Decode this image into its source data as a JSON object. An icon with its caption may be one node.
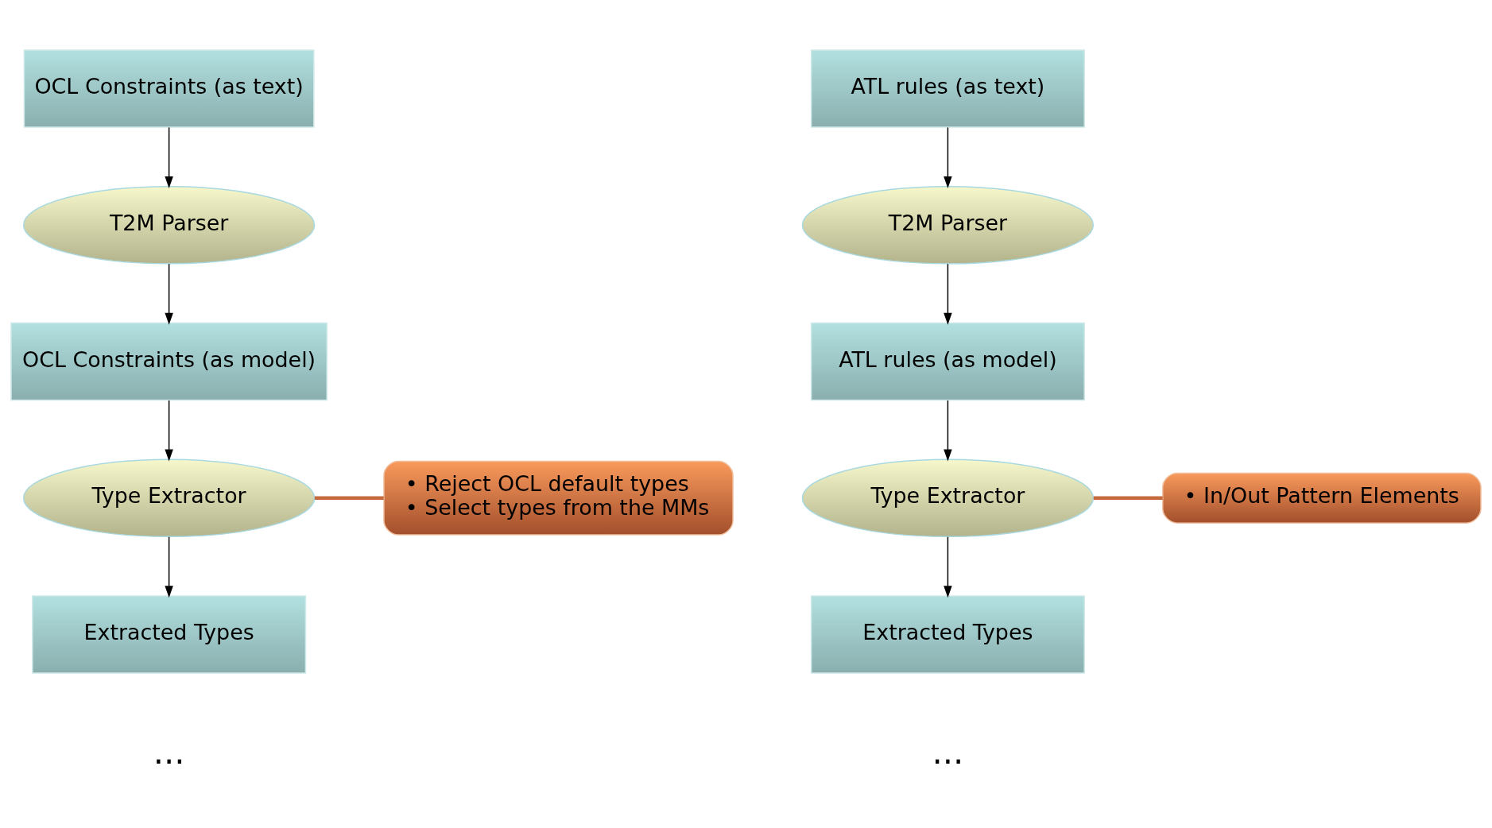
{
  "diagram": {
    "nodes": [
      {
        "text": [
          "OCL Constraints (as text)"
        ]
      },
      {
        "text": [
          "ATL rules (as text)"
        ]
      },
      {
        "text": [
          "T2M Parser"
        ]
      },
      {
        "text": [
          "T2M Parser"
        ]
      },
      {
        "text": [
          "OCL Constraints (as model)"
        ]
      },
      {
        "text": [
          "ATL rules (as model)"
        ]
      },
      {
        "text": [
          "• Reject OCL default types",
          "• Select types from the MMs"
        ]
      },
      {
        "text": [
          "Type Extractor"
        ]
      },
      {
        "text": [
          "Type Extractor"
        ]
      },
      {
        "text": [
          "• In/Out Pattern Elements"
        ]
      },
      {
        "text": [
          "Extracted Types"
        ]
      },
      {
        "text": [
          "Extracted Types"
        ]
      }
    ],
    "edges": [
      {
        "from": 0,
        "to": 2,
        "arrow": "to"
      },
      {
        "from": 2,
        "to": 4,
        "arrow": "to"
      },
      {
        "from": 4,
        "to": 7,
        "arrow": "to"
      },
      {
        "from": 7,
        "to": 10,
        "arrow": "to"
      },
      {
        "from": 1,
        "to": 3,
        "arrow": "to"
      },
      {
        "from": 3,
        "to": 5,
        "arrow": "to"
      },
      {
        "from": 5,
        "to": 8,
        "arrow": "to"
      },
      {
        "from": 8,
        "to": 11,
        "arrow": "to"
      },
      {
        "from": 6,
        "to": 7,
        "arrow": "none",
        "style": "thick",
        "color": "#c46a3c"
      },
      {
        "from": 9,
        "to": 8,
        "arrow": "none",
        "style": "thick",
        "color": "#c46a3c"
      }
    ],
    "labels": [
      "...",
      "..."
    ]
  }
}
